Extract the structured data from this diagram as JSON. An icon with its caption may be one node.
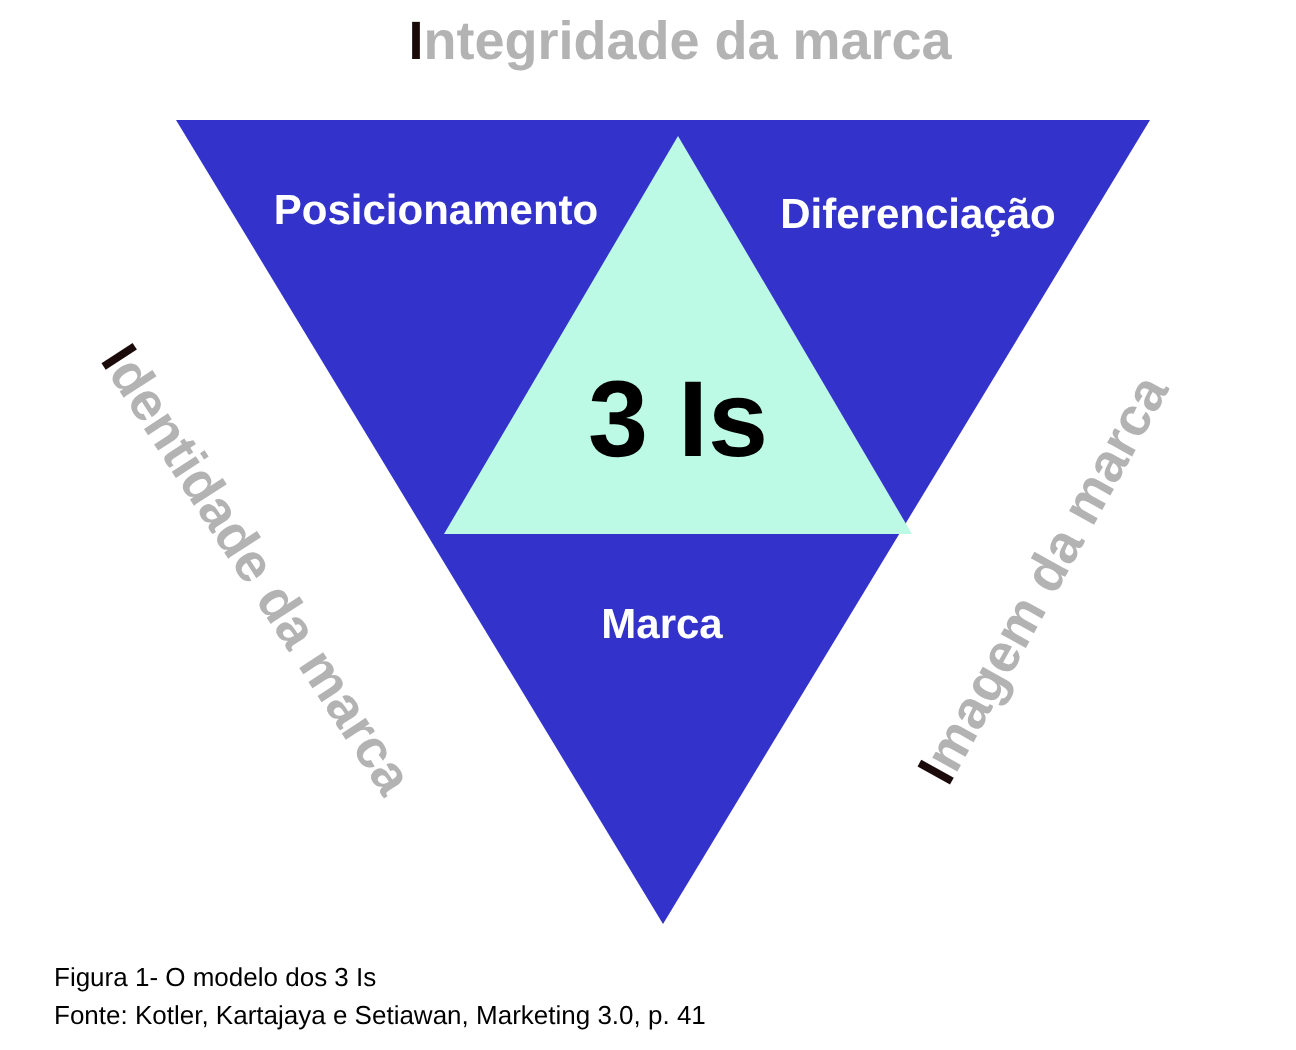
{
  "diagram": {
    "caption": "Figura 1- O modelo dos 3 Is",
    "nodes": [
      {
        "text": [
          "Posicionamento",
          "Diferenciação",
          "Marca"
        ]
      },
      {
        "text": [
          "3 Is"
        ],
        "in": 0
      }
    ],
    "labels": [
      "Integridade da marca",
      "Identidade da marca",
      "Imagem da marca",
      "Fonte: Kotler, Kartajaya e Setiawan, Marketing 3.0, p. 41"
    ]
  }
}
